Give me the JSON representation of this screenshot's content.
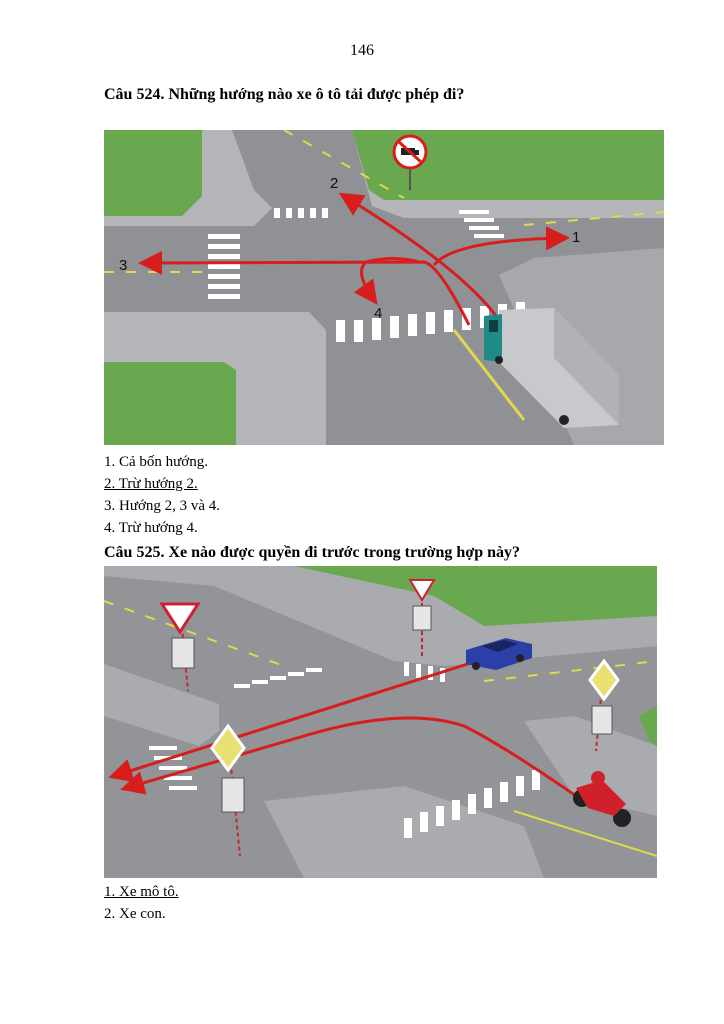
{
  "page_number": "146",
  "questions": [
    {
      "title": "Câu 524. Những hướng nào xe ô tô tải được phép đi?",
      "figure": {
        "labels": [
          "1",
          "2",
          "3",
          "4"
        ],
        "sign_icon": "no-trucks-sign-icon",
        "vehicle_icon": "truck-icon"
      },
      "answers": [
        {
          "text": "1. Cả bốn hướng.",
          "correct": false
        },
        {
          "text": "2. Trừ hướng 2.",
          "correct": true
        },
        {
          "text": "3. Hướng 2, 3 và 4.",
          "correct": false
        },
        {
          "text": "4. Trừ hướng 4.",
          "correct": false
        }
      ]
    },
    {
      "title": "Câu 525. Xe nào được quyền đi trước trong trường hợp này?",
      "figure": {
        "sign_icons": [
          "yield-sign-icon",
          "priority-road-sign-icon"
        ],
        "vehicle_icons": [
          "car-icon",
          "motorcycle-icon"
        ]
      },
      "answers": [
        {
          "text": "1. Xe mô tô.",
          "correct": true
        },
        {
          "text": "2. Xe con.",
          "correct": false
        }
      ]
    }
  ],
  "colors": {
    "asphalt": "#9a9c9f",
    "grass": "#6aa84f",
    "arrow_red": "#d81d1d",
    "lane_yellow": "#e0d94a",
    "truck_cab": "#1f8a86",
    "car_blue": "#2a3fa8",
    "motorbike_red": "#d0202a"
  }
}
